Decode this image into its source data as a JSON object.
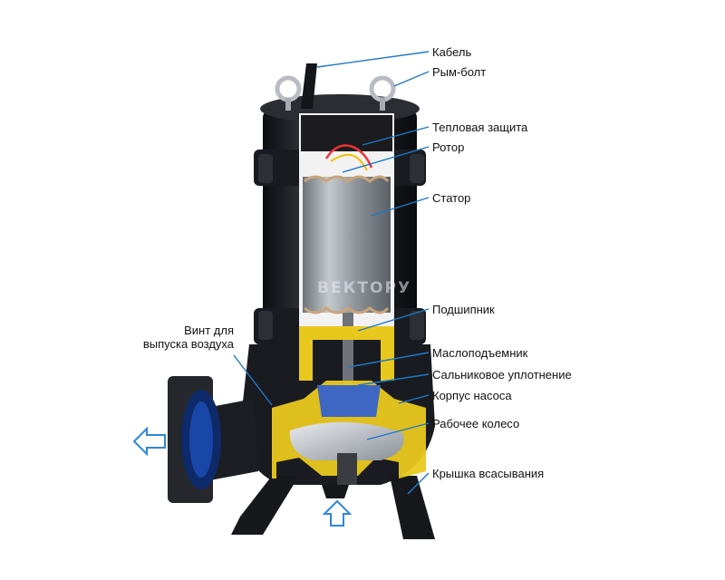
{
  "labels": {
    "cable": "Кабель",
    "eyebolt": "Рым-болт",
    "thermal": "Тепловая защита",
    "rotor": "Ротор",
    "stator": "Статор",
    "bearing": "Подшипник",
    "oil_lifter": "Маслоподъемник",
    "seal": "Сальниковое уплотнение",
    "pump_body": "Корпус насоса",
    "impeller": "Рабочее колесо",
    "suction_cover": "Крышка всасывания",
    "air_screw_line1": "Винт для",
    "air_screw_line2": "выпуска воздуха"
  },
  "watermark": "ВЕКТОРУ",
  "colors": {
    "pointer": "#1e78c8",
    "casing": "#1c1d22",
    "cutaway_yellow": "#e9c81e",
    "stator_steel": "#9aa0a6",
    "impeller_metal": "#c8ccd2",
    "flow_arrow": "#2e86de"
  },
  "icons": [
    "outflow-arrow-icon",
    "inflow-arrow-icon"
  ]
}
